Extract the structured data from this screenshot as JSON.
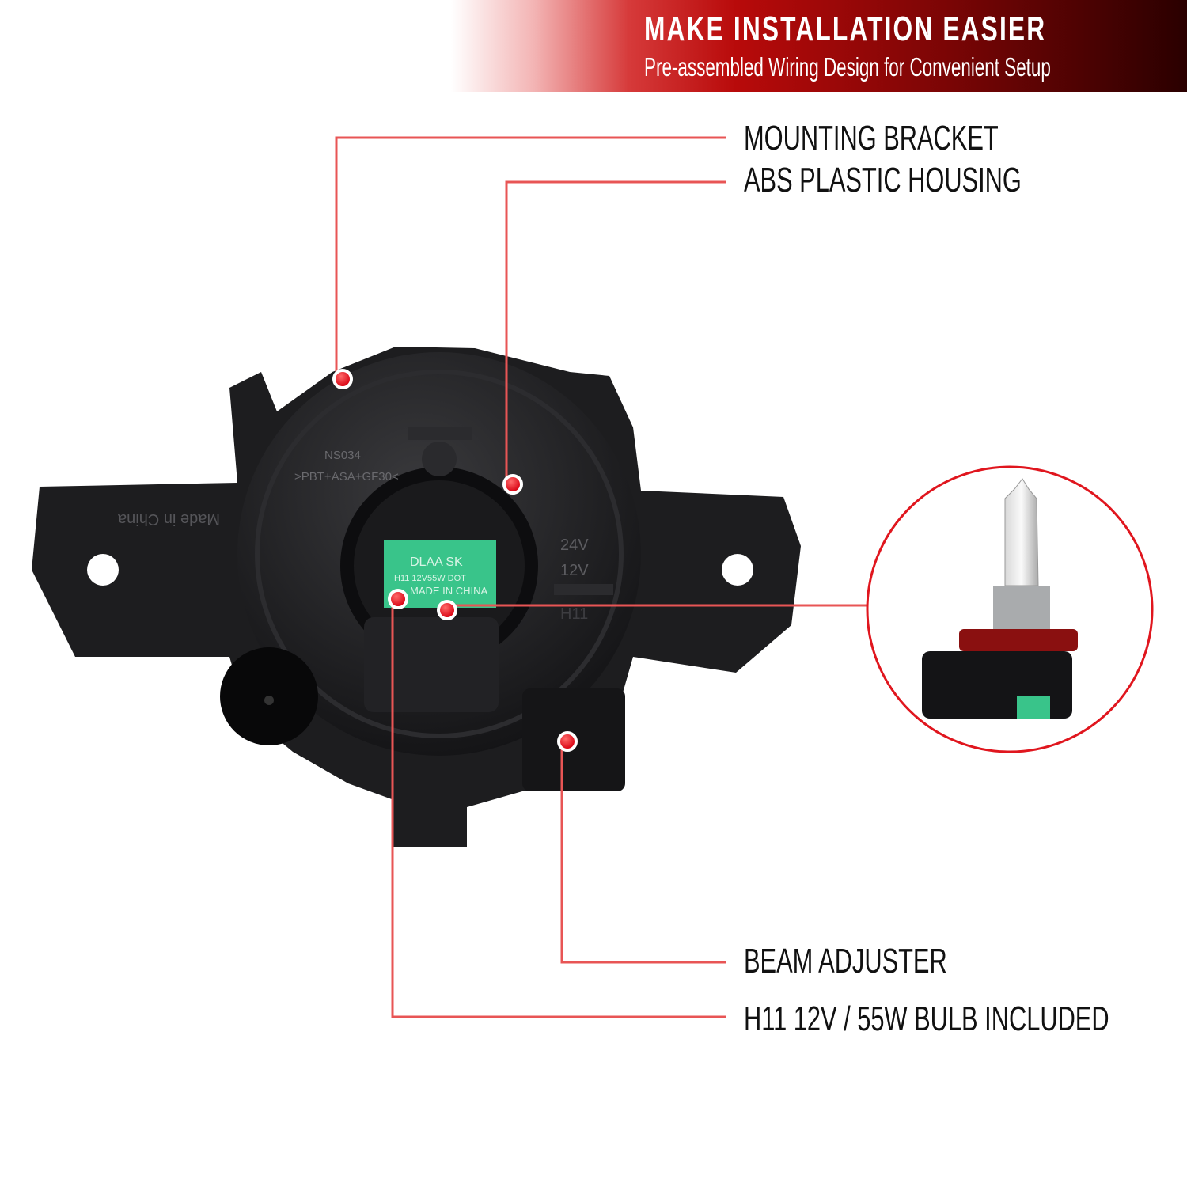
{
  "banner": {
    "title": "MAKE INSTALLATION EASIER",
    "subtitle": "Pre-assembled Wiring Design for Convenient Setup"
  },
  "callouts": [
    {
      "label": "MOUNTING BRACKET"
    },
    {
      "label": "ABS PLASTIC HOUSING"
    },
    {
      "label": "BEAM ADJUSTER"
    },
    {
      "label": "H11 12V / 55W BULB INCLUDED"
    }
  ],
  "product_markings": {
    "model": "NS034",
    "material": ">PBT+ASA+GF30<",
    "origin": "Made in China",
    "voltage_24": "24V",
    "voltage_12": "12V",
    "bulb_type": "H11",
    "bulb_label_line1": "DLAA SK",
    "bulb_label_line2": "H11 12V55W DOT",
    "bulb_label_line3": "MADE IN CHINA"
  },
  "colors": {
    "accent_red": "#e0161e",
    "leader_line": "#e85555",
    "housing": "#1c1c1e",
    "bulb_label": "#39c48a"
  }
}
